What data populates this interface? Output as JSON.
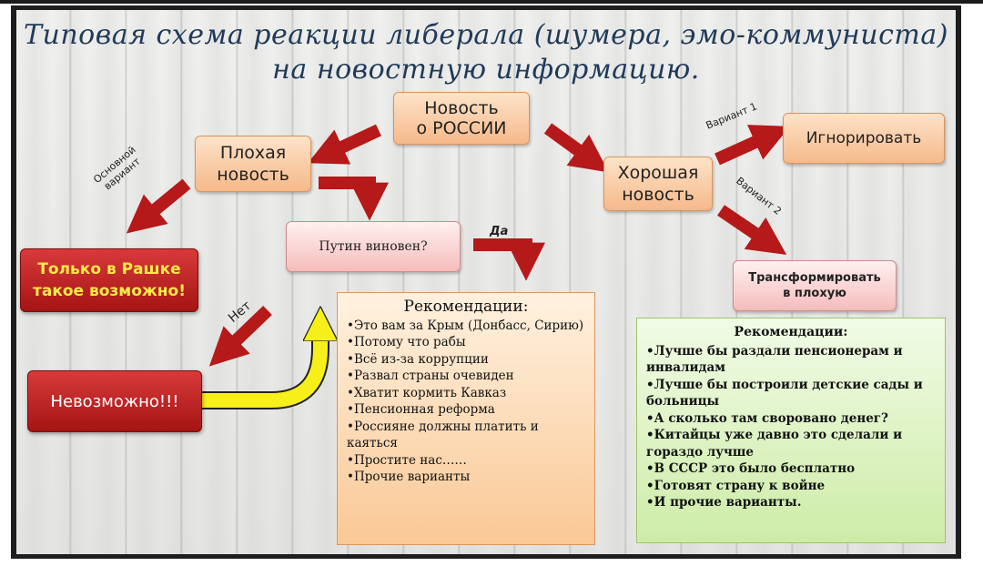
{
  "title_line1": "Типовая схема реакции либерала (шумера, эмо-коммуниста)",
  "title_line2": "на новостную информацию.",
  "nodes": {
    "news_line1": "Новость",
    "news_line2": "о РОССИИ",
    "bad_line1": "Плохая",
    "bad_line2": "новость",
    "good_line1": "Хорошая",
    "good_line2": "новость",
    "ignore": "Игнорировать",
    "transform_line1": "Трансформировать",
    "transform_line2": "в плохую",
    "putin": "Путин виновен?",
    "only_line1": "Только в Рашке",
    "only_line2": "такое возможно!",
    "impossible": "Невозможно!!!"
  },
  "labels": {
    "main_line1": "Основной",
    "main_line2": "вариант",
    "yes": "Да",
    "no": "Нет",
    "variant1": "Вариант 1",
    "variant2": "Вариант 2"
  },
  "recommendations_left": {
    "title": "Рекомендации:",
    "items": [
      "•Это вам за Крым (Донбасс, Сирию)",
      "•Потому что рабы",
      "•Всё из-за коррупции",
      "•Развал страны очевиден",
      "•Хватит кормить Кавказ",
      "•Пенсионная реформа",
      "•Россияне должны платить и каяться",
      "•Простите нас……",
      "•Прочие варианты"
    ]
  },
  "recommendations_right": {
    "title": "Рекомендации:",
    "items": [
      "•Лучше бы раздали пенсионерам и инвалидам",
      "•Лучше бы построили детские сады и больницы",
      "•А сколько там своровано денег?",
      "•Китайцы уже давно это сделали и гораздо лучше",
      "•В СССР это было бесплатно",
      "•Готовят страну к войне",
      "•И прочие варианты."
    ]
  },
  "colors": {
    "arrow_red": "#b5191a",
    "arrow_yellow": "#f7ef1a",
    "title_blue": "#1f3a5a",
    "red_box_text_yellow": "#ffe94a"
  }
}
